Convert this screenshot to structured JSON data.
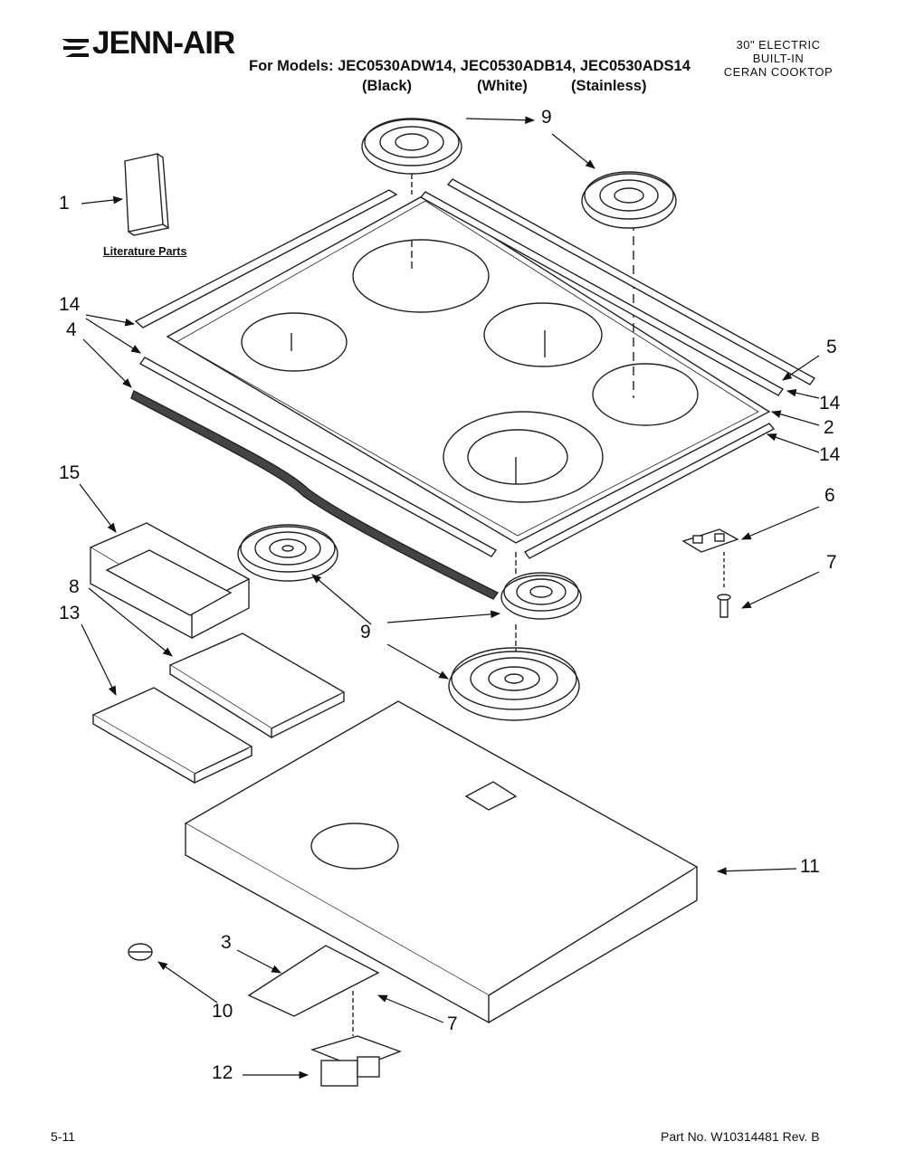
{
  "header": {
    "brand": "JENN-AIR",
    "models_line": "For Models: JEC0530ADW14, JEC0530ADB14, JEC0530ADS14",
    "finishes": [
      "(Black)",
      "(White)",
      "(Stainless)"
    ],
    "description": [
      "30\" ELECTRIC",
      "BUILT-IN",
      "CERAN COOKTOP"
    ]
  },
  "labels": {
    "literature_parts": "Literature Parts"
  },
  "callouts": {
    "c1": "1",
    "c2": "2",
    "c3": "3",
    "c4": "4",
    "c5": "5",
    "c6": "6",
    "c7a": "7",
    "c7b": "7",
    "c8": "8",
    "c9a": "9",
    "c9b": "9",
    "c10": "10",
    "c11": "11",
    "c12": "12",
    "c13": "13",
    "c14a": "14",
    "c14b": "14",
    "c14c": "14",
    "c15": "15"
  },
  "footer": {
    "page": "5-11",
    "part_number": "Part No. W10314481 Rev. B"
  }
}
